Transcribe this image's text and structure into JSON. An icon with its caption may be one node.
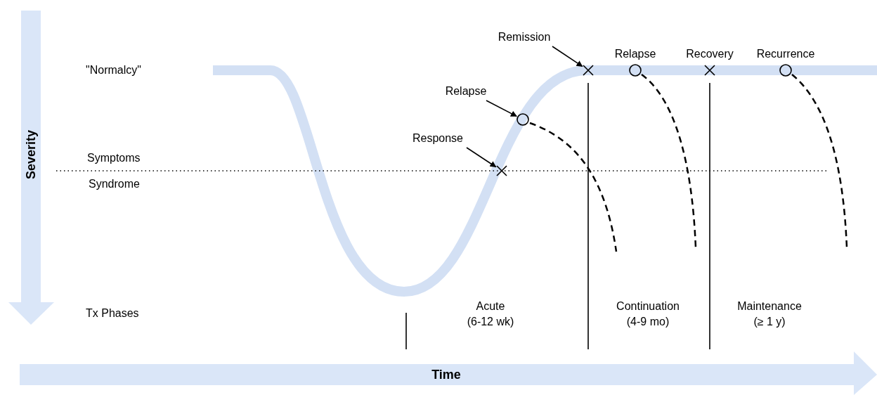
{
  "diagram": {
    "nodes": [
      {
        "text": [
          "Response"
        ]
      },
      {
        "text": [
          "Relapse"
        ]
      },
      {
        "text": [
          "Remission"
        ]
      },
      {
        "text": [],
        "shape": "cross"
      },
      {
        "text": [],
        "shape": "circle"
      },
      {
        "text": [],
        "shape": "cross"
      },
      {
        "text": [],
        "shape": "circle",
        "beside": [
          "Relapse"
        ]
      },
      {
        "text": [],
        "shape": "cross",
        "beside": [
          "Recovery"
        ]
      },
      {
        "text": [],
        "shape": "circle",
        "beside": [
          "Recurrence"
        ]
      }
    ],
    "edges": [
      {
        "from": 0,
        "to": 3,
        "arrow": "to"
      },
      {
        "from": 1,
        "to": 4,
        "arrow": "to"
      },
      {
        "from": 2,
        "to": 5,
        "arrow": "to"
      }
    ],
    "labels": [
      "Severity",
      "\"Normalcy\"",
      "Symptoms",
      "Syndrome",
      "Tx Phases",
      "Acute",
      "(6-12 wk)",
      "Continuation",
      "(4-9 mo)",
      "Maintenance",
      "(≥ 1 y)",
      "Time"
    ]
  }
}
